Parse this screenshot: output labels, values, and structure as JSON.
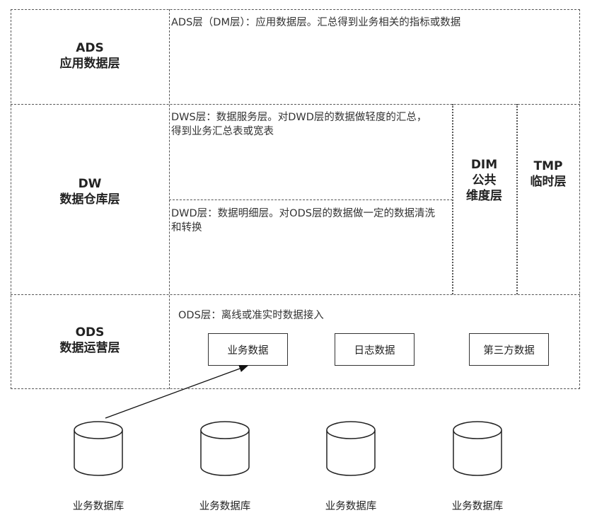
{
  "layers": {
    "ads": {
      "name_line1": "ADS",
      "name_line2": "应用数据层",
      "desc": "ADS层（DM层）：应用数据层。汇总得到业务相关的指标或数据"
    },
    "dw": {
      "name_line1": "DW",
      "name_line2": "数据仓库层",
      "dws_desc": "DWS层：数据服务层。对DWD层的数据做轻度的汇总，得到业务汇总表或宽表",
      "dwd_desc": "DWD层：数据明细层。对ODS层的数据做一定的数据清洗和转换",
      "dim": {
        "line1": "DIM",
        "line2": "公共",
        "line3": "维度层"
      },
      "tmp": {
        "line1": "TMP",
        "line2": "临时层"
      }
    },
    "ods": {
      "name_line1": "ODS",
      "name_line2": "数据运营层",
      "desc": "ODS层：离线或准实时数据接入",
      "sources": [
        "业务数据",
        "日志数据",
        "第三方数据"
      ]
    }
  },
  "databases": [
    "业务数据库",
    "业务数据库",
    "业务数据库",
    "业务数据库"
  ]
}
